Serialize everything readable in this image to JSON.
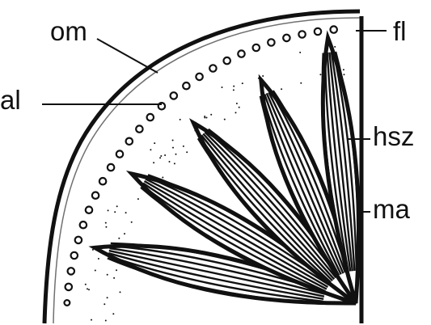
{
  "labels": {
    "om": "om",
    "al": "al",
    "fl": "fl",
    "hsz": "hsz",
    "ma": "ma"
  },
  "colors": {
    "ink": "#111111",
    "paper": "#ffffff"
  }
}
